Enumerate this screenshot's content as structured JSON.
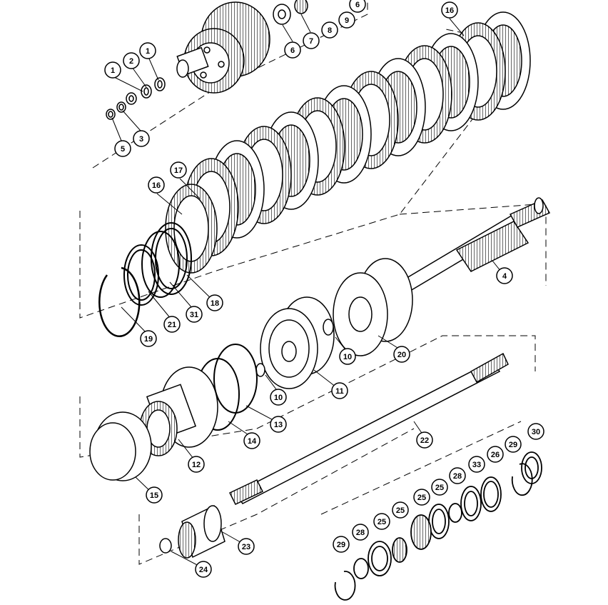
{
  "callouts": [
    {
      "id": "c1a",
      "label": "1"
    },
    {
      "id": "c2",
      "label": "2"
    },
    {
      "id": "c1b",
      "label": "1"
    },
    {
      "id": "c5",
      "label": "5"
    },
    {
      "id": "c3",
      "label": "3"
    },
    {
      "id": "c6",
      "label": "6"
    },
    {
      "id": "c7",
      "label": "7"
    },
    {
      "id": "c8",
      "label": "8"
    },
    {
      "id": "c9",
      "label": "9"
    },
    {
      "id": "c6b",
      "label": "6"
    },
    {
      "id": "c16a",
      "label": "16"
    },
    {
      "id": "c16b",
      "label": "16"
    },
    {
      "id": "c17",
      "label": "17"
    },
    {
      "id": "c4",
      "label": "4"
    },
    {
      "id": "c18",
      "label": "18"
    },
    {
      "id": "c31",
      "label": "31"
    },
    {
      "id": "c21",
      "label": "21"
    },
    {
      "id": "c19",
      "label": "19"
    },
    {
      "id": "c10a",
      "label": "10"
    },
    {
      "id": "c20",
      "label": "20"
    },
    {
      "id": "c11",
      "label": "11"
    },
    {
      "id": "c10b",
      "label": "10"
    },
    {
      "id": "c13",
      "label": "13"
    },
    {
      "id": "c14",
      "label": "14"
    },
    {
      "id": "c12",
      "label": "12"
    },
    {
      "id": "c15",
      "label": "15"
    },
    {
      "id": "c22",
      "label": "22"
    },
    {
      "id": "c30",
      "label": "30"
    },
    {
      "id": "c29a",
      "label": "29"
    },
    {
      "id": "c26",
      "label": "26"
    },
    {
      "id": "c33",
      "label": "33"
    },
    {
      "id": "c28a",
      "label": "28"
    },
    {
      "id": "c25a",
      "label": "25"
    },
    {
      "id": "c25b",
      "label": "25"
    },
    {
      "id": "c25c",
      "label": "25"
    },
    {
      "id": "c25d",
      "label": "25"
    },
    {
      "id": "c28b",
      "label": "28"
    },
    {
      "id": "c29b",
      "label": "29"
    },
    {
      "id": "c23",
      "label": "23"
    },
    {
      "id": "c24",
      "label": "24"
    }
  ]
}
